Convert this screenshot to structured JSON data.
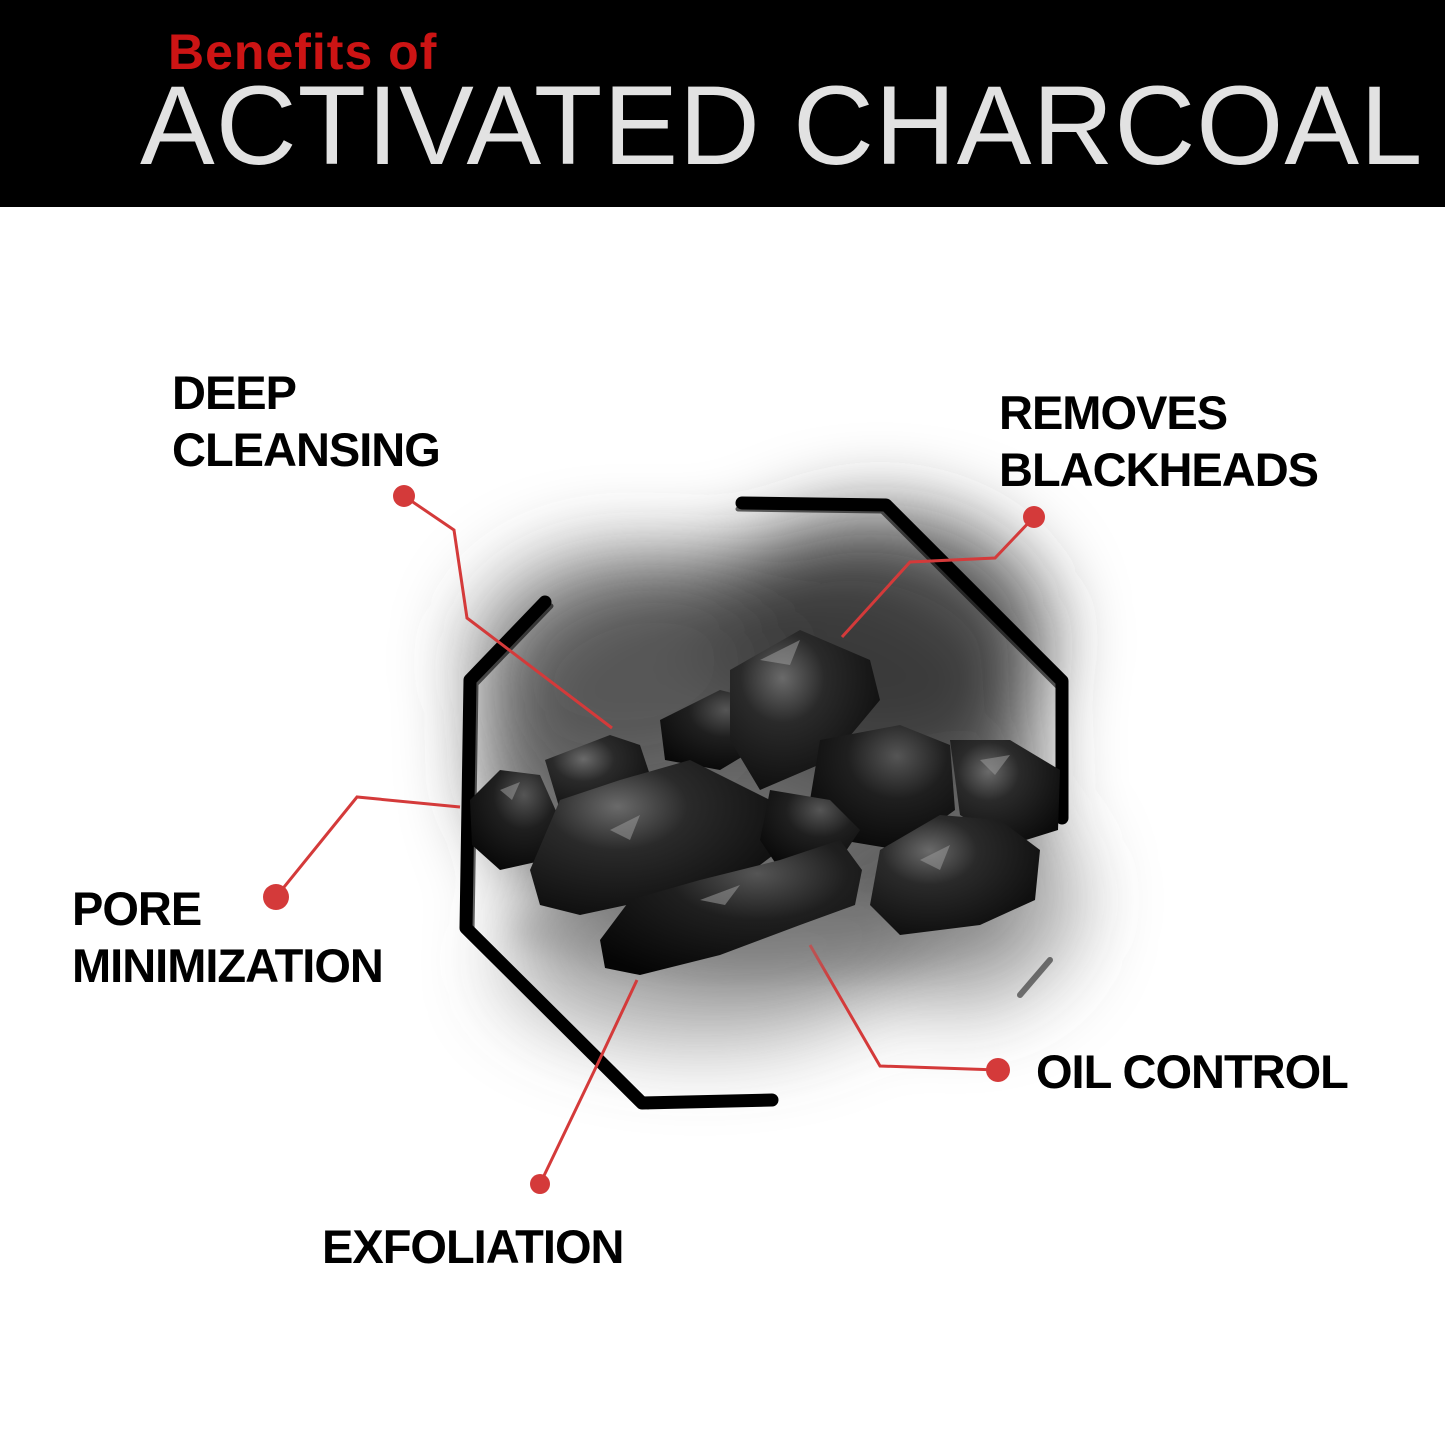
{
  "header": {
    "subtitle": "Benefits of",
    "title": "ACTIVATED CHARCOAL"
  },
  "benefits": {
    "deep_cleansing": {
      "line1": "DEEP",
      "line2": "CLEANSING"
    },
    "removes_blackheads": {
      "line1": "REMOVES",
      "line2": "BLACKHEADS"
    },
    "pore_minimization": {
      "line1": "PORE",
      "line2": "MINIMIZATION"
    },
    "oil_control": {
      "line1": "OIL CONTROL"
    },
    "exfoliation": {
      "line1": "EXFOLIATION"
    }
  },
  "colors": {
    "header_bg": "#000000",
    "subtitle": "#cc1414",
    "title": "#e2e2e2",
    "connector": "#d43a3a",
    "frame": "#000000"
  },
  "image": {
    "subject": "charcoal-lumps"
  }
}
